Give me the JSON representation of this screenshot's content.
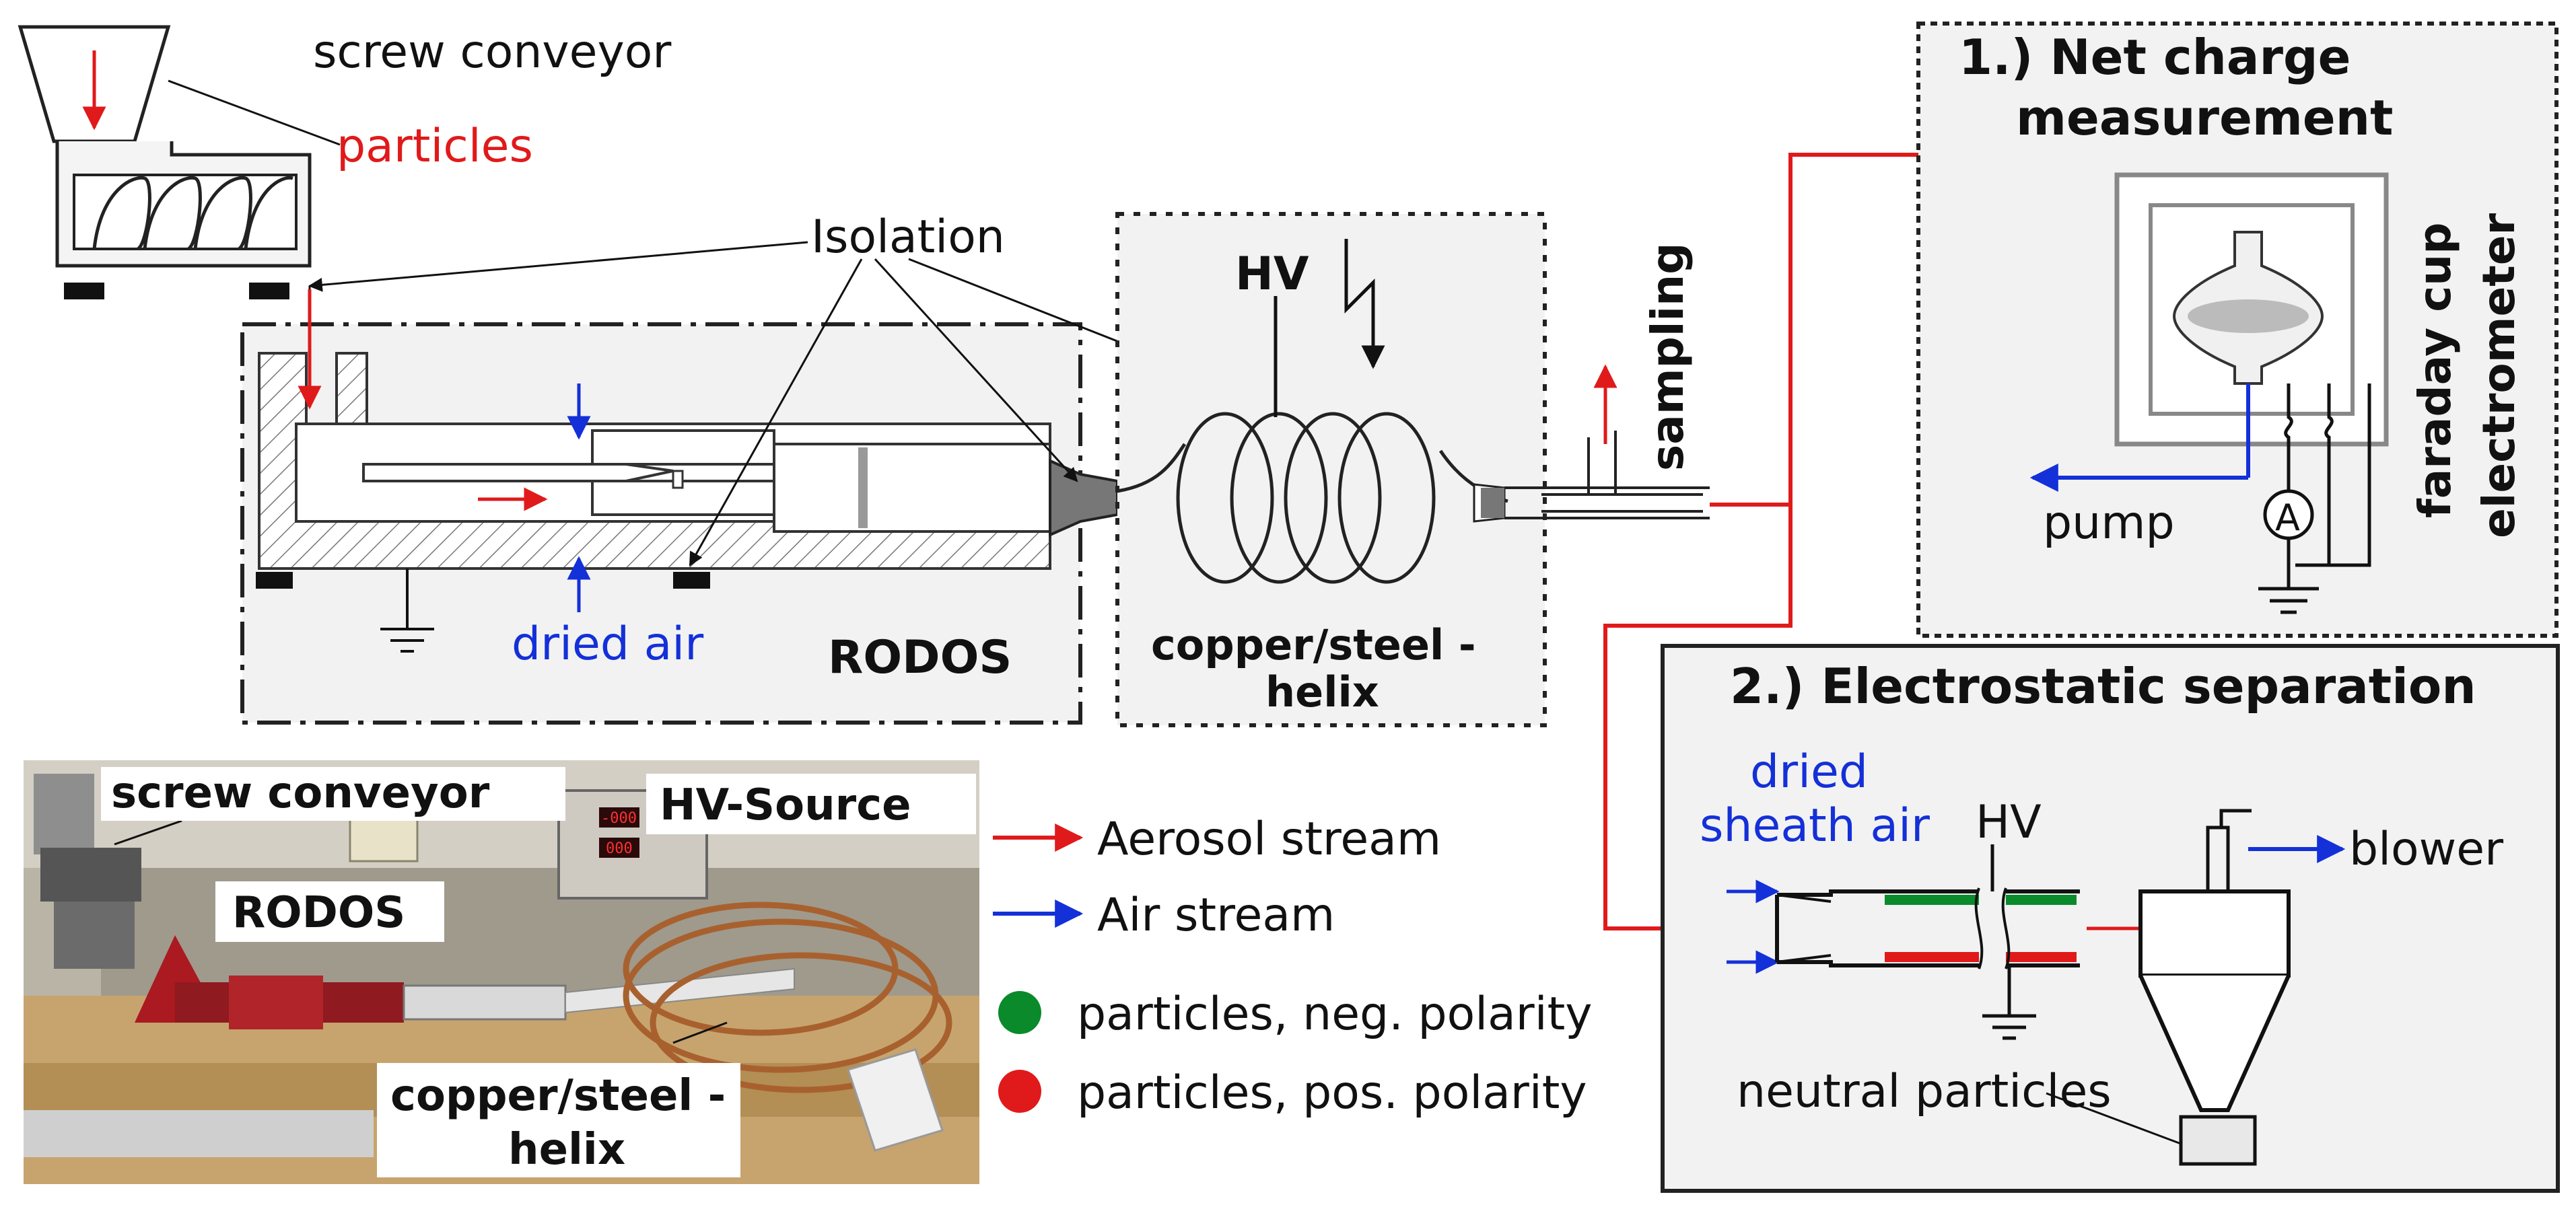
{
  "labels": {
    "screw_conveyor": "screw conveyor",
    "particles": "particles",
    "isolation": "Isolation",
    "dried_air": "dried air",
    "rodos": "RODOS",
    "hv": "HV",
    "copper_steel": "copper/steel -",
    "helix": "helix",
    "sampling": "sampling",
    "pump": "pump",
    "ammeter": "A",
    "faraday_cup": "faraday cup",
    "electrometer": "electrometer",
    "dried": "dried",
    "sheath_air": "sheath air",
    "hv_separator": "HV",
    "blower": "blower",
    "neutral_particles": "neutral particles"
  },
  "boxes": {
    "net_charge_line1": "1.) Net charge",
    "net_charge_line2": "measurement",
    "electrostatic": "2.) Electrostatic separation"
  },
  "photo": {
    "screw_conveyor": "screw conveyor",
    "hv_source": "HV-Source",
    "rodos": "RODOS",
    "copper_steel": "copper/steel -",
    "helix": "helix",
    "display_1": "-000",
    "display_2": "000"
  },
  "legend": {
    "aerosol_stream": "Aerosol stream",
    "air_stream": "Air stream",
    "neg_polarity": "particles, neg. polarity",
    "pos_polarity": "particles, pos. polarity"
  },
  "colors": {
    "aerosol": "#e01a1a",
    "air": "#1430d8",
    "negative": "#0a8a2a",
    "positive": "#e01a1a",
    "panel": "#f2f2f2"
  }
}
